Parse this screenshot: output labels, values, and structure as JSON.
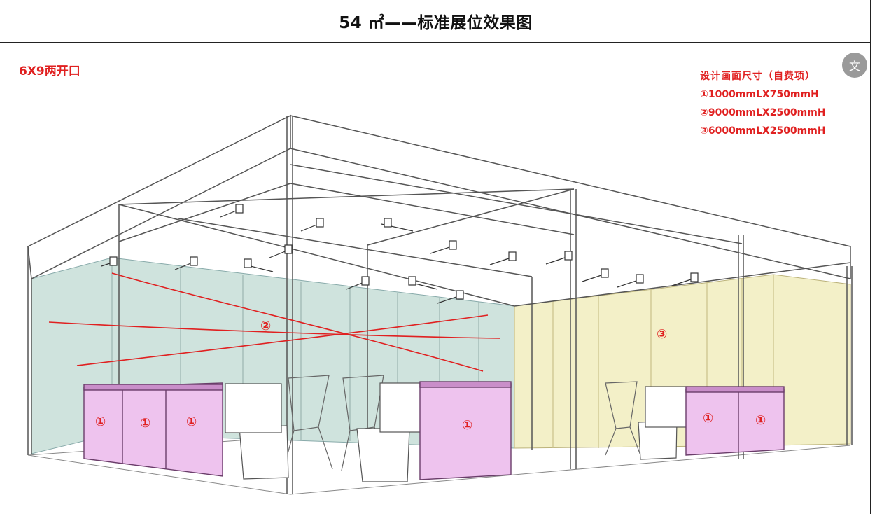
{
  "header": {
    "title": "54 ㎡——标准展位效果图"
  },
  "layout_label": "6X9两开口",
  "specs": {
    "title": "设计画面尺寸（自费项）",
    "items": [
      "①1000mmLX750mmH",
      "②9000mmLX2500mmH",
      "③6000mmLX2500mmH"
    ]
  },
  "side_button": {
    "icon": "translate-icon",
    "glyph": "文"
  },
  "markers": {
    "counter": "①",
    "back_wall": "②",
    "side_wall": "③"
  },
  "colors": {
    "back_wall": "#cfe3dd",
    "side_wall": "#f3f0c8",
    "counter": "#eec3ee",
    "marker": "#e02020"
  }
}
